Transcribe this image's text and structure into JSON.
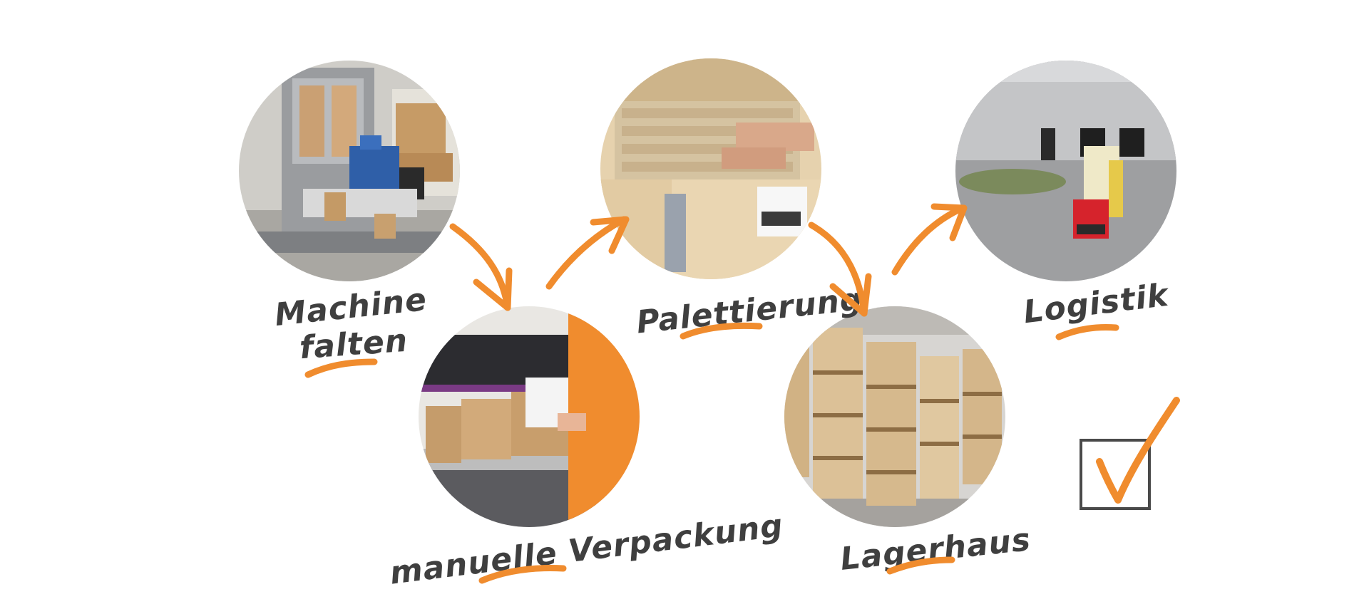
{
  "steps": [
    {
      "id": "machine",
      "label_line1": "Machine",
      "label_line2": "falten"
    },
    {
      "id": "manual",
      "label": "manuelle Verpackung"
    },
    {
      "id": "pallet",
      "label": "Palettierung"
    },
    {
      "id": "warehouse",
      "label": "Lagerhaus"
    },
    {
      "id": "logistics",
      "label": "Logistik"
    }
  ],
  "colors": {
    "accent": "#f08c2e",
    "text": "#3f3f3f",
    "box": "#4a4a4a"
  }
}
